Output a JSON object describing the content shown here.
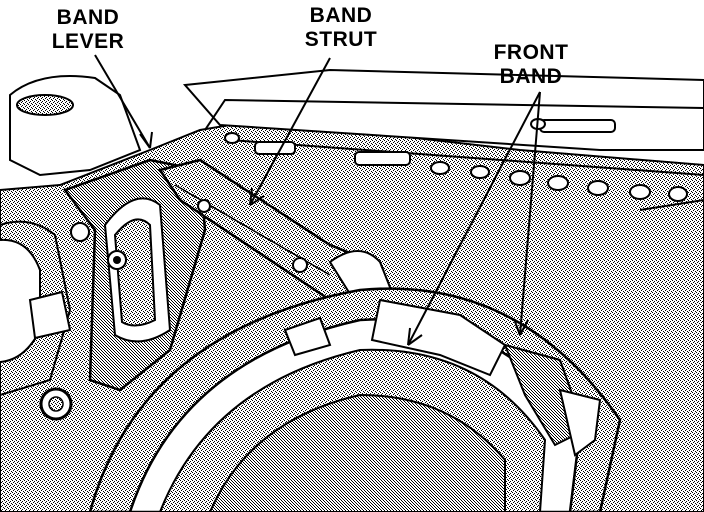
{
  "callouts": {
    "band_lever": {
      "line1": "BAND",
      "line2": "LEVER"
    },
    "band_strut": {
      "line1": "BAND",
      "line2": "STRUT"
    },
    "front_band": {
      "line1": "FRONT",
      "line2": "BAND"
    }
  },
  "colors": {
    "ink": "#000000",
    "paper": "#ffffff",
    "shade": "#a8a8a8"
  }
}
